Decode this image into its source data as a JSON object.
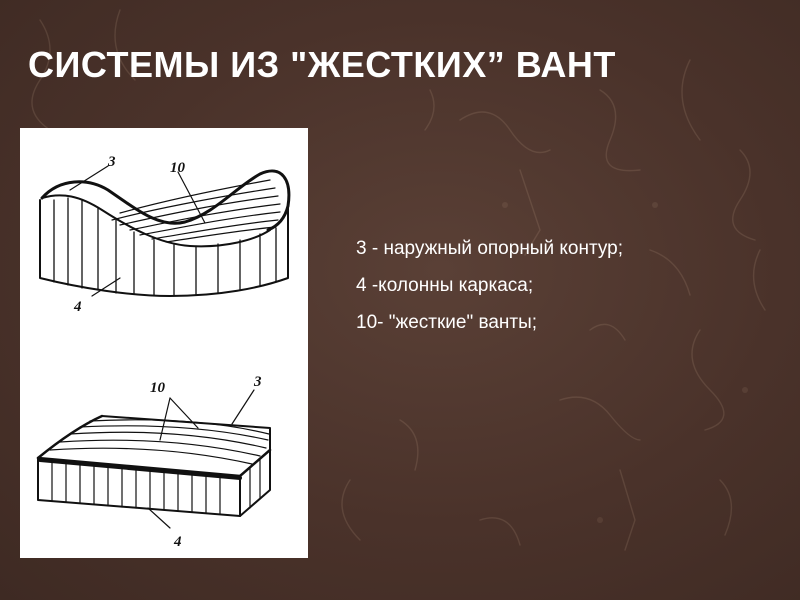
{
  "slide": {
    "title": "СИСТЕМЫ ИЗ \"ЖЕСТКИХ” ВАНТ"
  },
  "figure": {
    "top_callouts": [
      "3",
      "10",
      "4"
    ],
    "bottom_callouts": [
      "10",
      "3",
      "4"
    ]
  },
  "legend": {
    "items": [
      "3 - наружный опорный контур;",
      "4 -колонны каркаса;",
      "10- \"жесткие\" ванты;"
    ]
  },
  "colors": {
    "background": "#4a322a",
    "title_text": "#ffffff",
    "legend_text": "#ffffff",
    "figure_background": "#ffffff",
    "drawing_ink": "#111111"
  }
}
